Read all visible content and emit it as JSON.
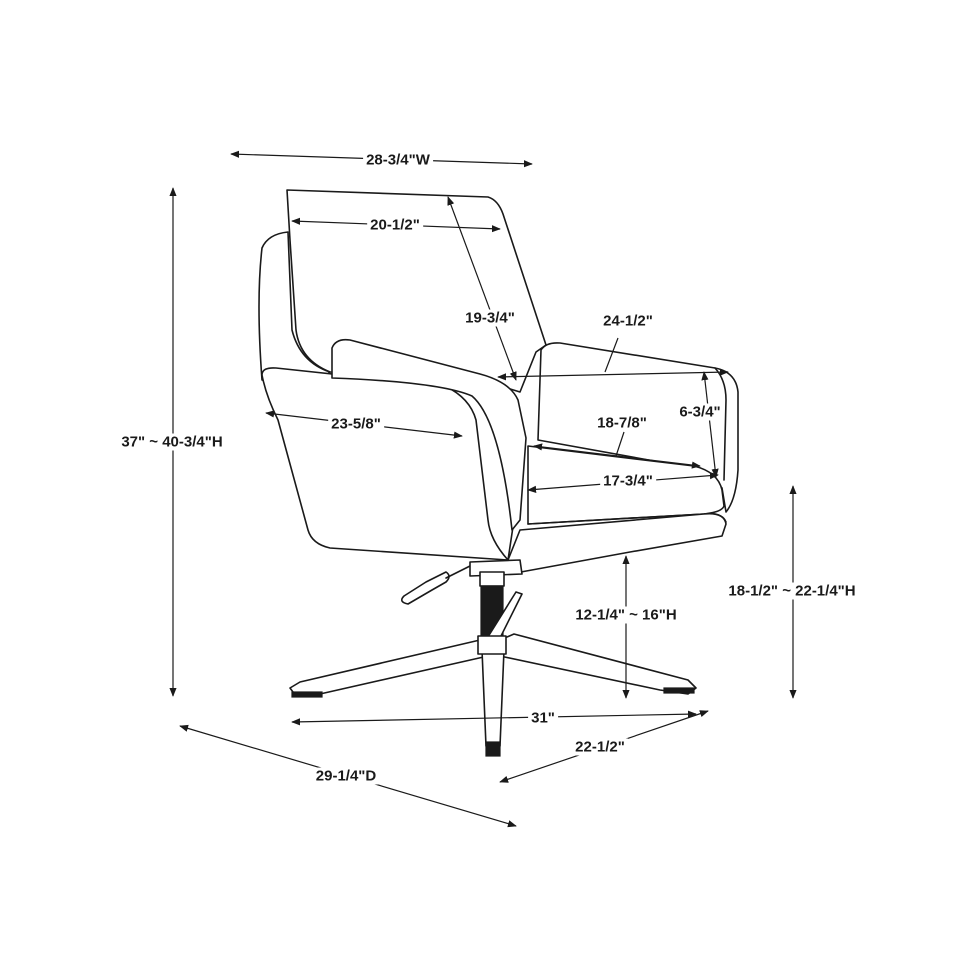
{
  "dimensions": {
    "overall_width": "28-3/4\"W",
    "back_width": "20-1/2\"",
    "back_height": "19-3/4\"",
    "arm_depth": "24-1/2\"",
    "arm_height": "6-3/4\"",
    "seat_width": "23-5/8\"",
    "seat_depth_upper": "18-7/8\"",
    "seat_depth_lower": "17-3/4\"",
    "overall_height": "37\" ~ 40-3/4\"H",
    "seat_height": "18-1/2\" ~ 22-1/4\"H",
    "base_to_seat": "12-1/4\" ~ 16\"H",
    "base_width": "31\"",
    "base_depth": "22-1/2\"",
    "overall_depth": "29-1/4\"D"
  },
  "colors": {
    "ink": "#1a1a1a",
    "background": "#ffffff"
  }
}
